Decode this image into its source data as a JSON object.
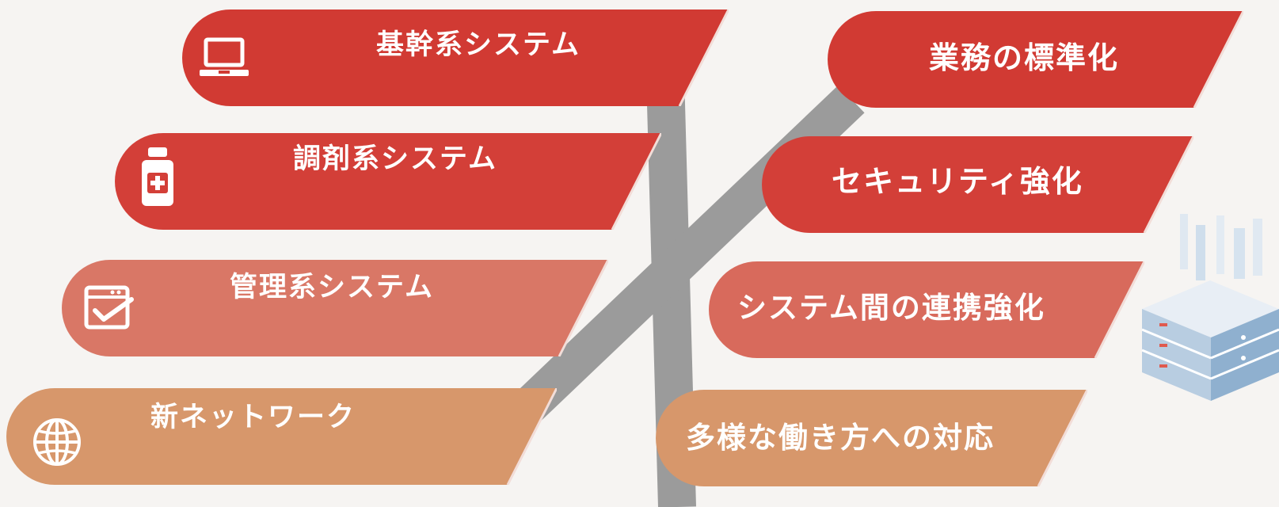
{
  "colors": {
    "background": "#f6f4f2",
    "connector": "#9b9b9b",
    "red": "#d13a33",
    "red_light": "#d45b52",
    "salmon": "#d97766",
    "orange": "#d7976b",
    "outline": "#f2ddd8"
  },
  "systems": [
    {
      "label": "基幹系システム",
      "icon": "laptop-icon",
      "color": "#d13a33"
    },
    {
      "label": "調剤系システム",
      "icon": "medicine-bottle-icon",
      "color": "#d33f38"
    },
    {
      "label": "管理系システム",
      "icon": "checklist-window-icon",
      "color": "#d97766"
    },
    {
      "label": "新ネットワーク",
      "icon": "globe-icon",
      "color": "#d7976b"
    }
  ],
  "goals": [
    {
      "label": "業務の標準化",
      "color": "#d13a33"
    },
    {
      "label": "セキュリティ強化",
      "color": "#d33f38"
    },
    {
      "label": "システム間の連携強化",
      "color": "#d86a5c"
    },
    {
      "label": "多様な働き方への対応",
      "color": "#d7976b"
    }
  ],
  "illustration": {
    "icon": "server-rack-icon"
  }
}
